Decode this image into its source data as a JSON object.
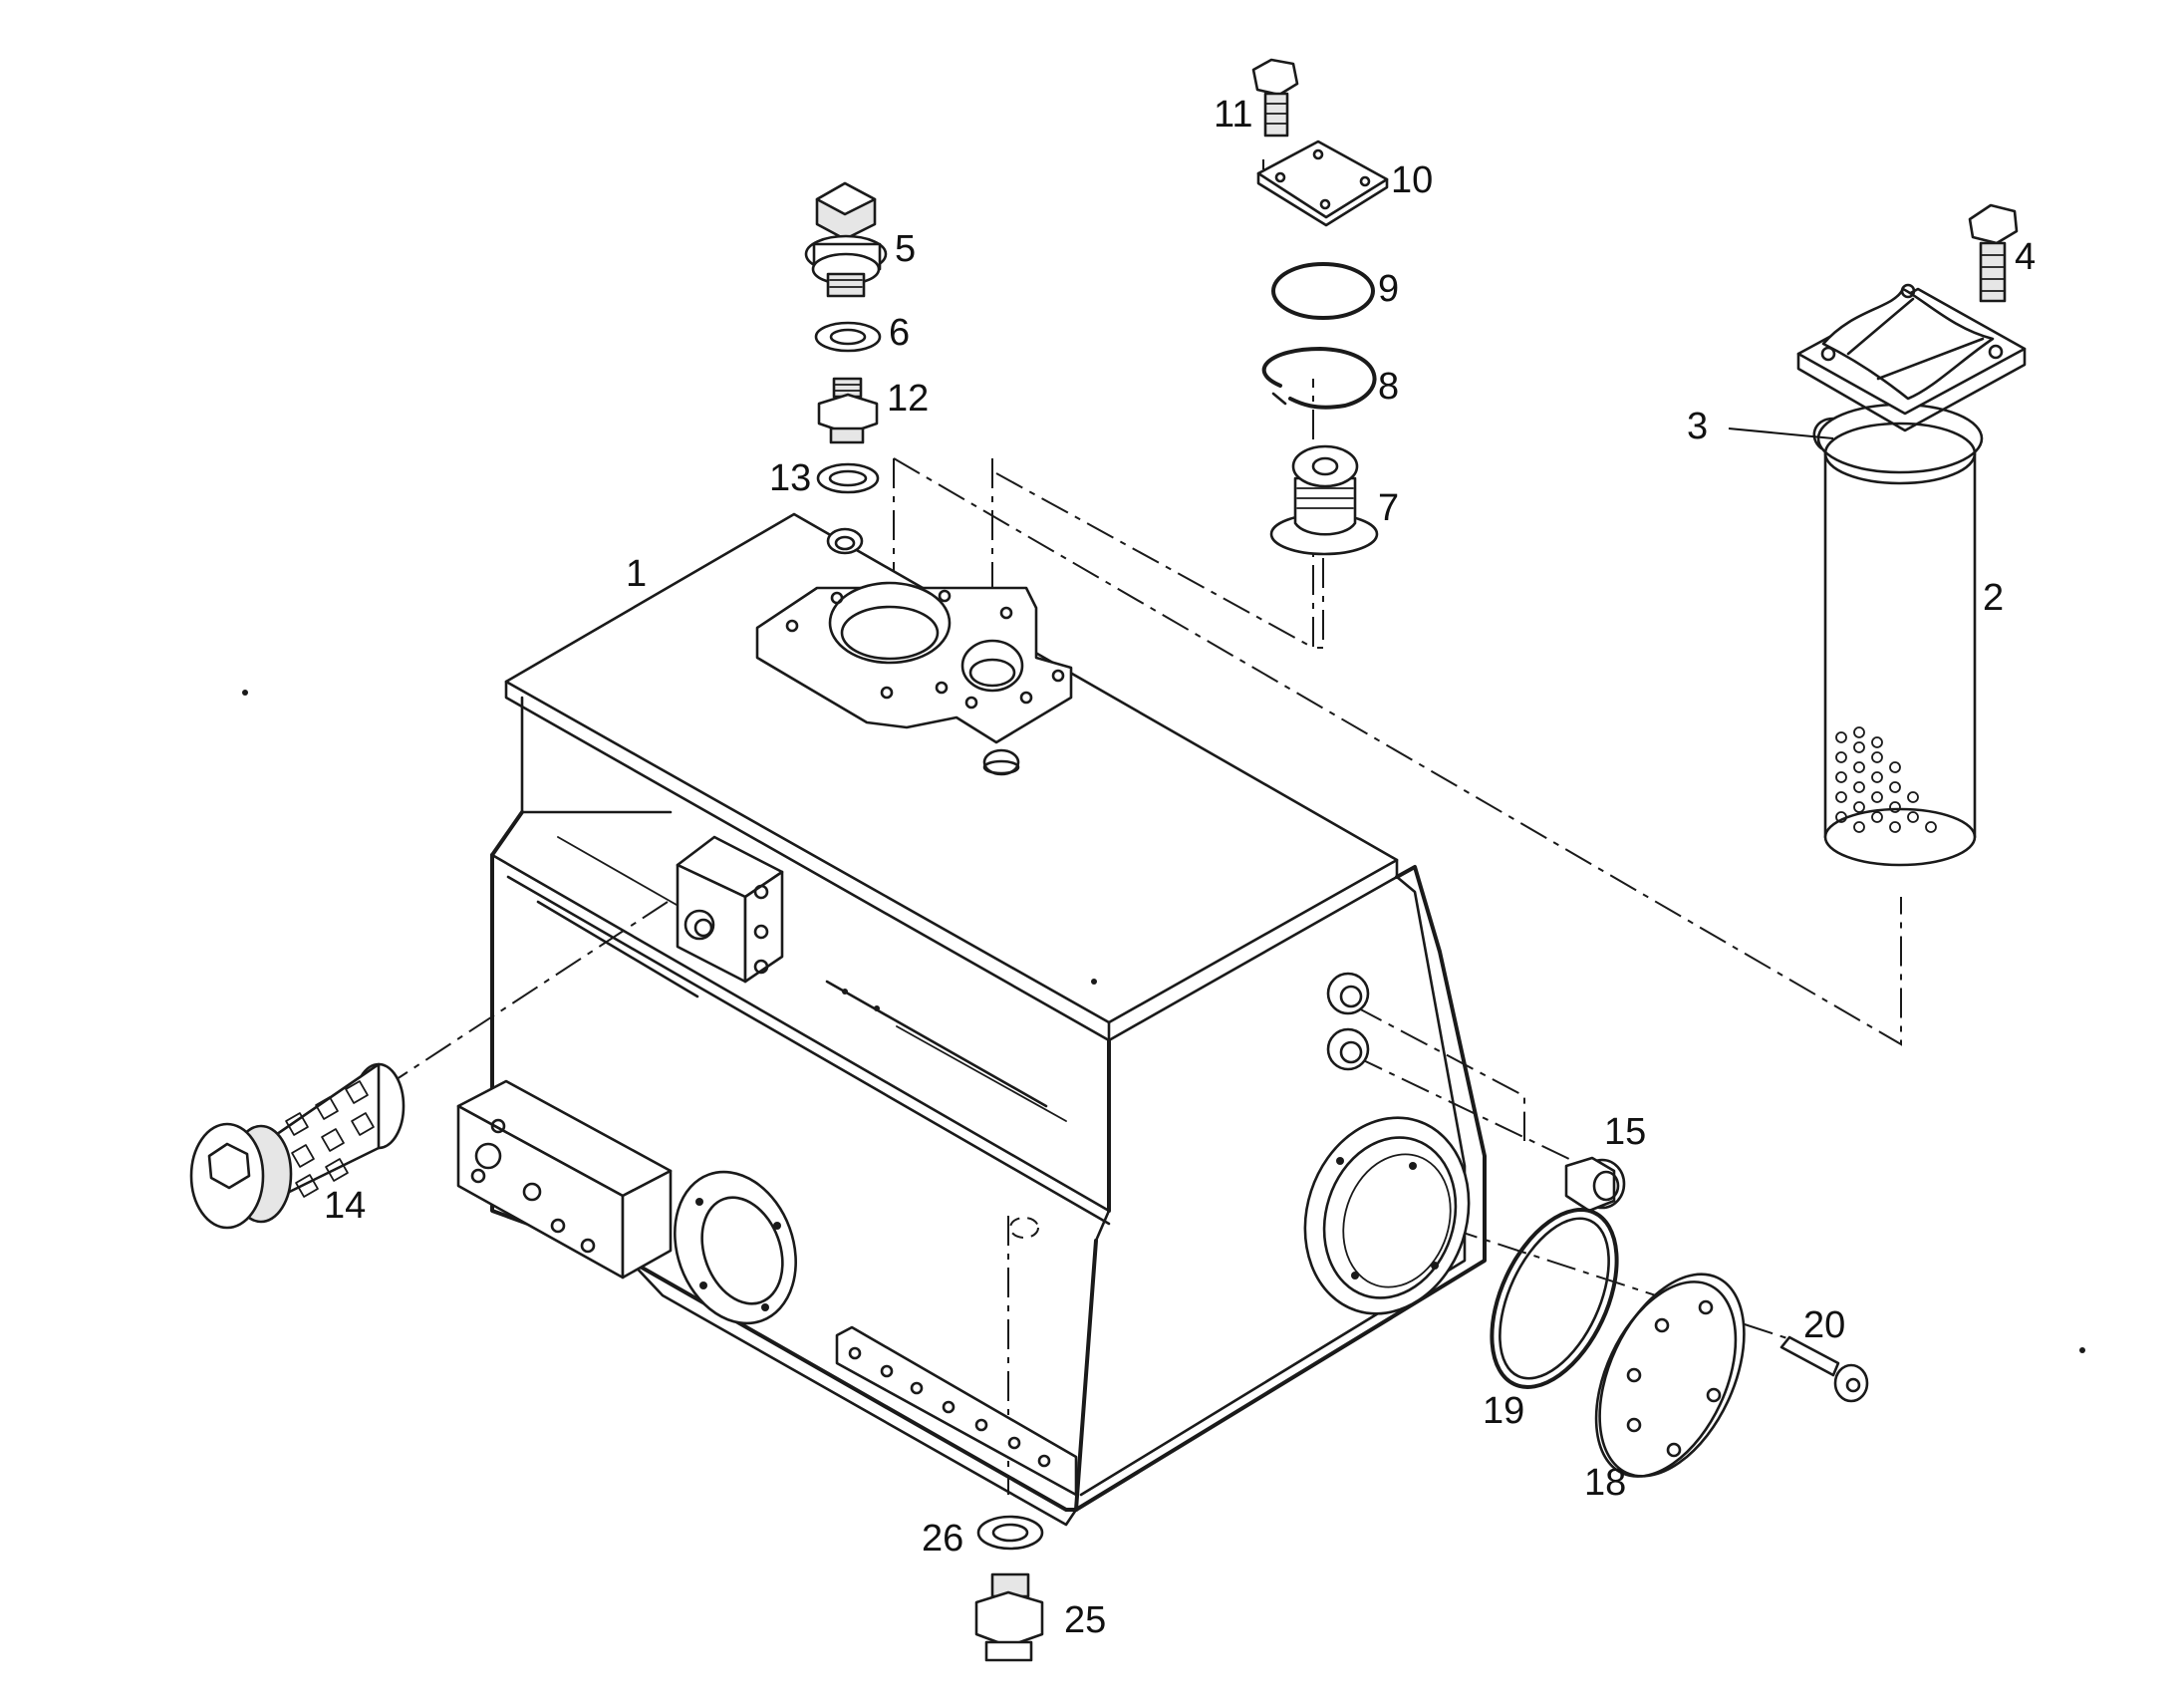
{
  "diagram": {
    "part_labels": {
      "p1": "1",
      "p2": "2",
      "p3": "3",
      "p4": "4",
      "p5": "5",
      "p6": "6",
      "p7": "7",
      "p8": "8",
      "p9": "9",
      "p10": "10",
      "p11": "11",
      "p12": "12",
      "p13": "13",
      "p14": "14",
      "p15": "15",
      "p18": "18",
      "p19": "19",
      "p20": "20",
      "p25": "25",
      "p26": "26"
    }
  },
  "colors": {
    "ink": "#1a1a1a",
    "paper": "#ffffff",
    "shade": "#e6e6e6"
  }
}
